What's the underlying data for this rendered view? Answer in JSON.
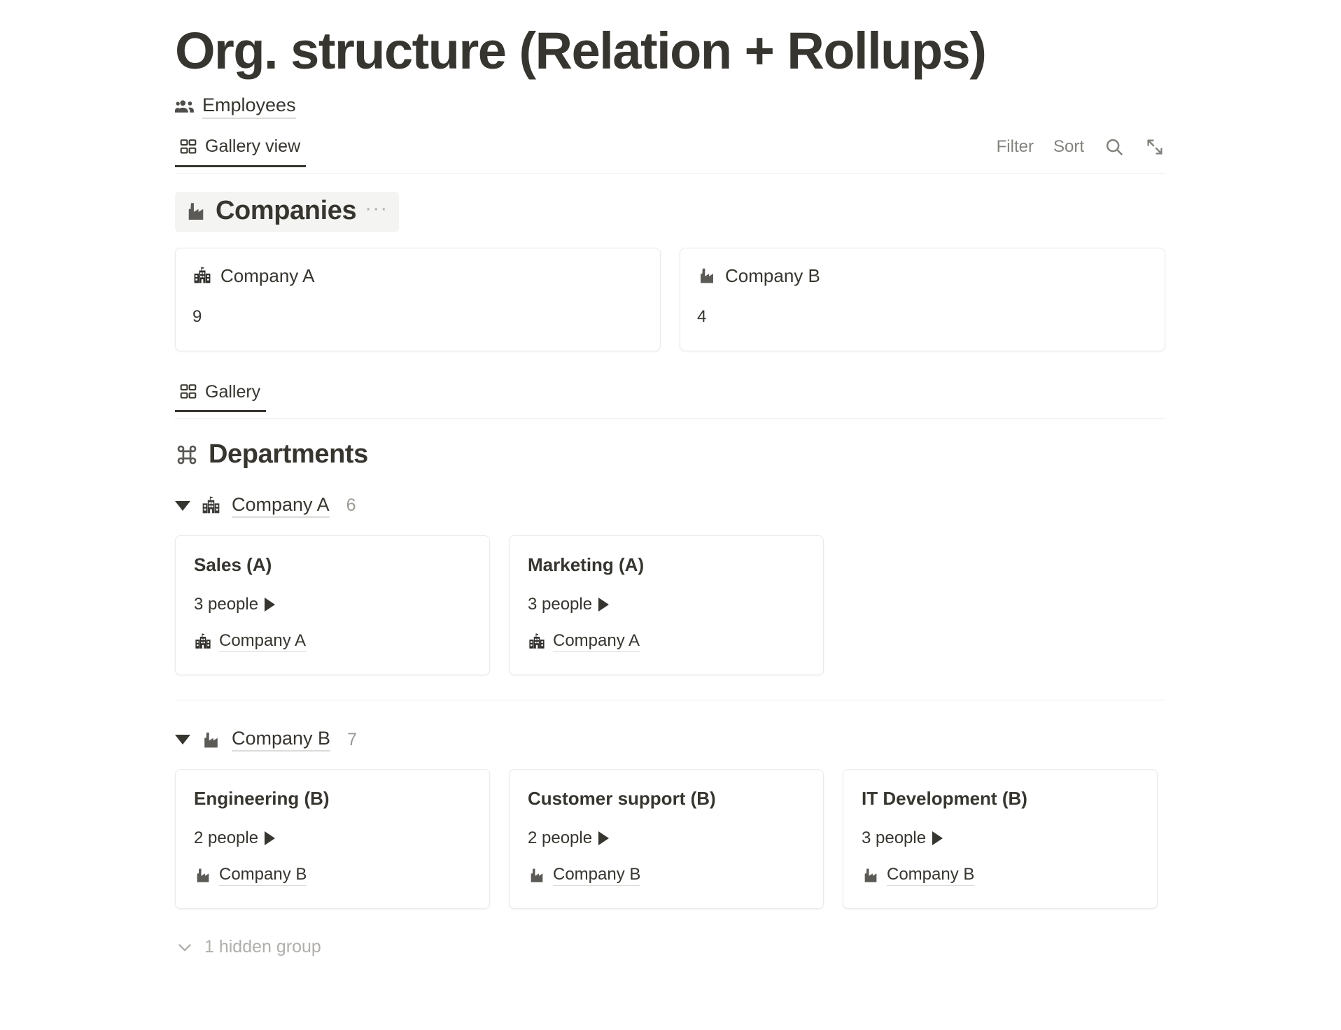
{
  "page": {
    "title": "Org. structure (Relation + Rollups)"
  },
  "breadcrumb": {
    "icon": "people-group-icon",
    "label": "Employees"
  },
  "toolbar": {
    "tab_label": "Gallery view",
    "tab_icon": "gallery-grid-icon",
    "filter_label": "Filter",
    "sort_label": "Sort",
    "search_icon": "search-icon",
    "expand_icon": "expand-diagonal-icon"
  },
  "companies_section": {
    "icon": "factory-icon",
    "title": "Companies",
    "menu_label": "···",
    "cards": [
      {
        "icon": "school-building-icon",
        "name": "Company A",
        "value": "9"
      },
      {
        "icon": "factory-icon",
        "name": "Company B",
        "value": "4"
      }
    ]
  },
  "departments_view": {
    "tab_label": "Gallery",
    "tab_icon": "gallery-grid-icon"
  },
  "departments_section": {
    "icon": "command-icon",
    "title": "Departments",
    "groups": [
      {
        "icon": "school-building-icon",
        "name": "Company A",
        "count": "6",
        "cards": [
          {
            "title": "Sales (A)",
            "people": "3 people",
            "relation_icon": "school-building-icon",
            "relation": "Company A"
          },
          {
            "title": "Marketing (A)",
            "people": "3 people",
            "relation_icon": "school-building-icon",
            "relation": "Company A"
          }
        ]
      },
      {
        "icon": "factory-icon",
        "name": "Company B",
        "count": "7",
        "cards": [
          {
            "title": "Engineering (B)",
            "people": "2 people",
            "relation_icon": "factory-icon",
            "relation": "Company B"
          },
          {
            "title": "Customer support (B)",
            "people": "2 people",
            "relation_icon": "factory-icon",
            "relation": "Company B"
          },
          {
            "title": "IT Development (B)",
            "people": "3 people",
            "relation_icon": "factory-icon",
            "relation": "Company B"
          }
        ]
      }
    ]
  },
  "footer": {
    "hidden_group_label": "1 hidden group",
    "chevron_icon": "chevron-down-icon"
  },
  "colors": {
    "text": "#37352f",
    "muted": "#83827d",
    "faint": "#b0afab",
    "border": "#eaeae8",
    "chip_bg": "#f4f4f3"
  }
}
